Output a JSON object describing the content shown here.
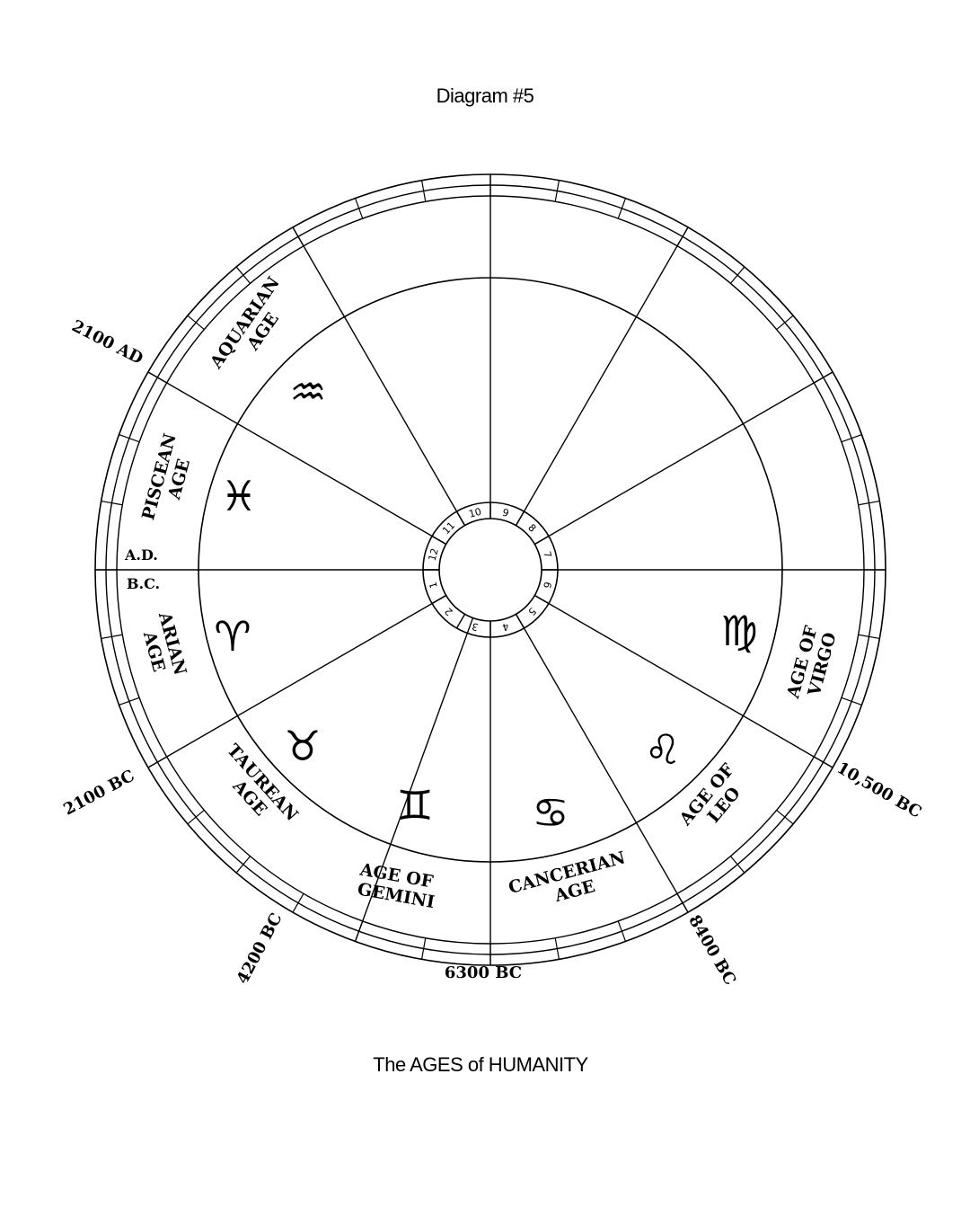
{
  "title": "Diagram #5",
  "caption": "The AGES of HUMANITY",
  "era": {
    "ad": "A.D.",
    "bc": "B.C."
  },
  "house_numbers": [
    "1",
    "2",
    "3",
    "4",
    "5",
    "6",
    "7",
    "8",
    "9",
    "10",
    "11",
    "12"
  ],
  "ages": [
    {
      "key": "aquarius",
      "lines": [
        "AQUARIAN",
        "AGE"
      ],
      "icon": "aquarius-water-bearer-icon"
    },
    {
      "key": "pisces",
      "lines": [
        "PISCEAN",
        "AGE"
      ],
      "icon": "pisces-fish-icon"
    },
    {
      "key": "aries",
      "lines": [
        "ARIAN",
        "AGE"
      ],
      "icon": "aries-ram-icon"
    },
    {
      "key": "taurus",
      "lines": [
        "TAUREAN",
        "AGE"
      ],
      "icon": "taurus-bull-icon"
    },
    {
      "key": "gemini",
      "lines": [
        "AGE OF",
        "GEMINI"
      ],
      "icon": "gemini-twins-icon"
    },
    {
      "key": "cancer",
      "lines": [
        "CANCERIAN",
        "AGE"
      ],
      "icon": "cancer-crab-icon"
    },
    {
      "key": "leo",
      "lines": [
        "AGE OF",
        "LEO"
      ],
      "icon": "leo-lion-icon"
    },
    {
      "key": "virgo",
      "lines": [
        "AGE OF",
        "VIRGO"
      ],
      "icon": "virgo-maiden-icon"
    }
  ],
  "dates": {
    "d2100ad": "2100 AD",
    "d2100bc": "2100 BC",
    "d4200bc": "4200 BC",
    "d6300bc": "6300 BC",
    "d8400bc": "8400 BC",
    "d10500bc": "10,500 BC"
  }
}
